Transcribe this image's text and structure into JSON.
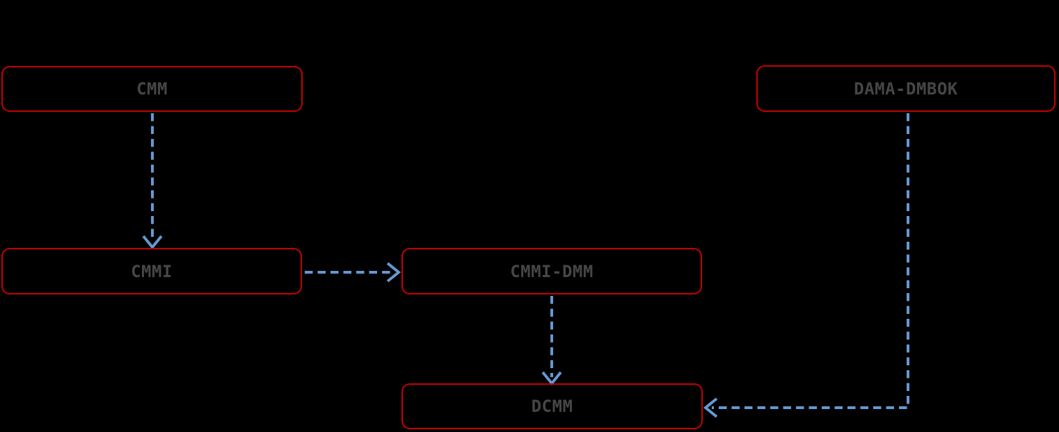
{
  "diagram": {
    "background_color": "#000000",
    "box_border_color": "#C80101",
    "box_corner_style": "rounded",
    "text_color": "#464646",
    "arrow_color": "#6499D2",
    "arrow_style": "dashed-open-chevron",
    "nodes": [
      {
        "id": "cmm",
        "label": "CMM"
      },
      {
        "id": "dama-dmbok",
        "label": "DAMA-DMBOK"
      },
      {
        "id": "cmmi",
        "label": "CMMI"
      },
      {
        "id": "cmmi-dmm",
        "label": "CMMI-DMM"
      },
      {
        "id": "dcmm",
        "label": "DCMM"
      }
    ],
    "edges": [
      {
        "from": "CMM",
        "to": "CMMI",
        "style": "dashed",
        "direction": "down"
      },
      {
        "from": "CMMI",
        "to": "CMMI-DMM",
        "style": "dashed",
        "direction": "right"
      },
      {
        "from": "CMMI-DMM",
        "to": "DCMM",
        "style": "dashed",
        "direction": "down"
      },
      {
        "from": "DAMA-DMBOK",
        "to": "DCMM",
        "style": "dashed",
        "direction": "down-then-left"
      }
    ]
  }
}
